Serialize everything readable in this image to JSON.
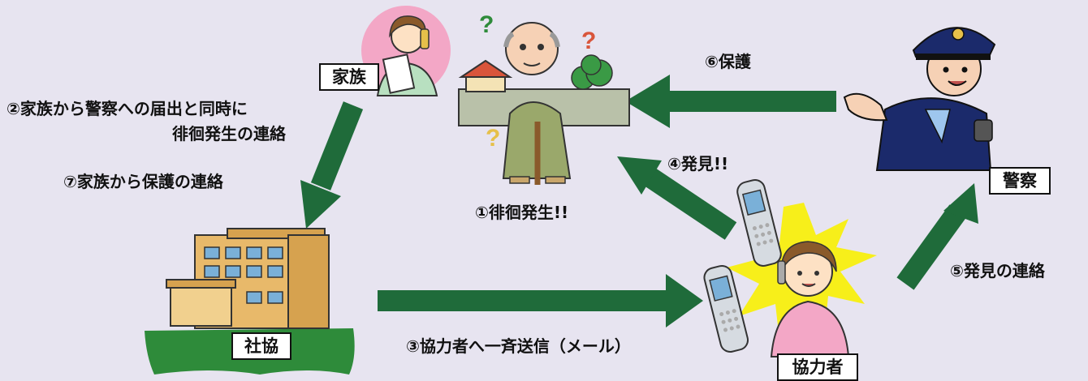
{
  "labels": {
    "family": "家族",
    "police": "警察",
    "council": "社協",
    "cooperator": "協力者"
  },
  "steps": {
    "s1": "①徘徊発生!!",
    "s2_line1": "②家族から警察への届出と同時に",
    "s2_line2": "徘徊発生の連絡",
    "s3": "③協力者へ一斉送信（メール）",
    "s4": "④発見!!",
    "s5": "⑤発見の連絡",
    "s6": "⑥保護",
    "s7": "⑦家族から保護の連絡"
  },
  "colors": {
    "background": "#e7e4f0",
    "arrow": "#1f6b3a",
    "police_uniform": "#1b2a6b",
    "burst": "#f7ef1a",
    "family_circle": "#f3a7c6",
    "grass": "#2e8b3a"
  }
}
